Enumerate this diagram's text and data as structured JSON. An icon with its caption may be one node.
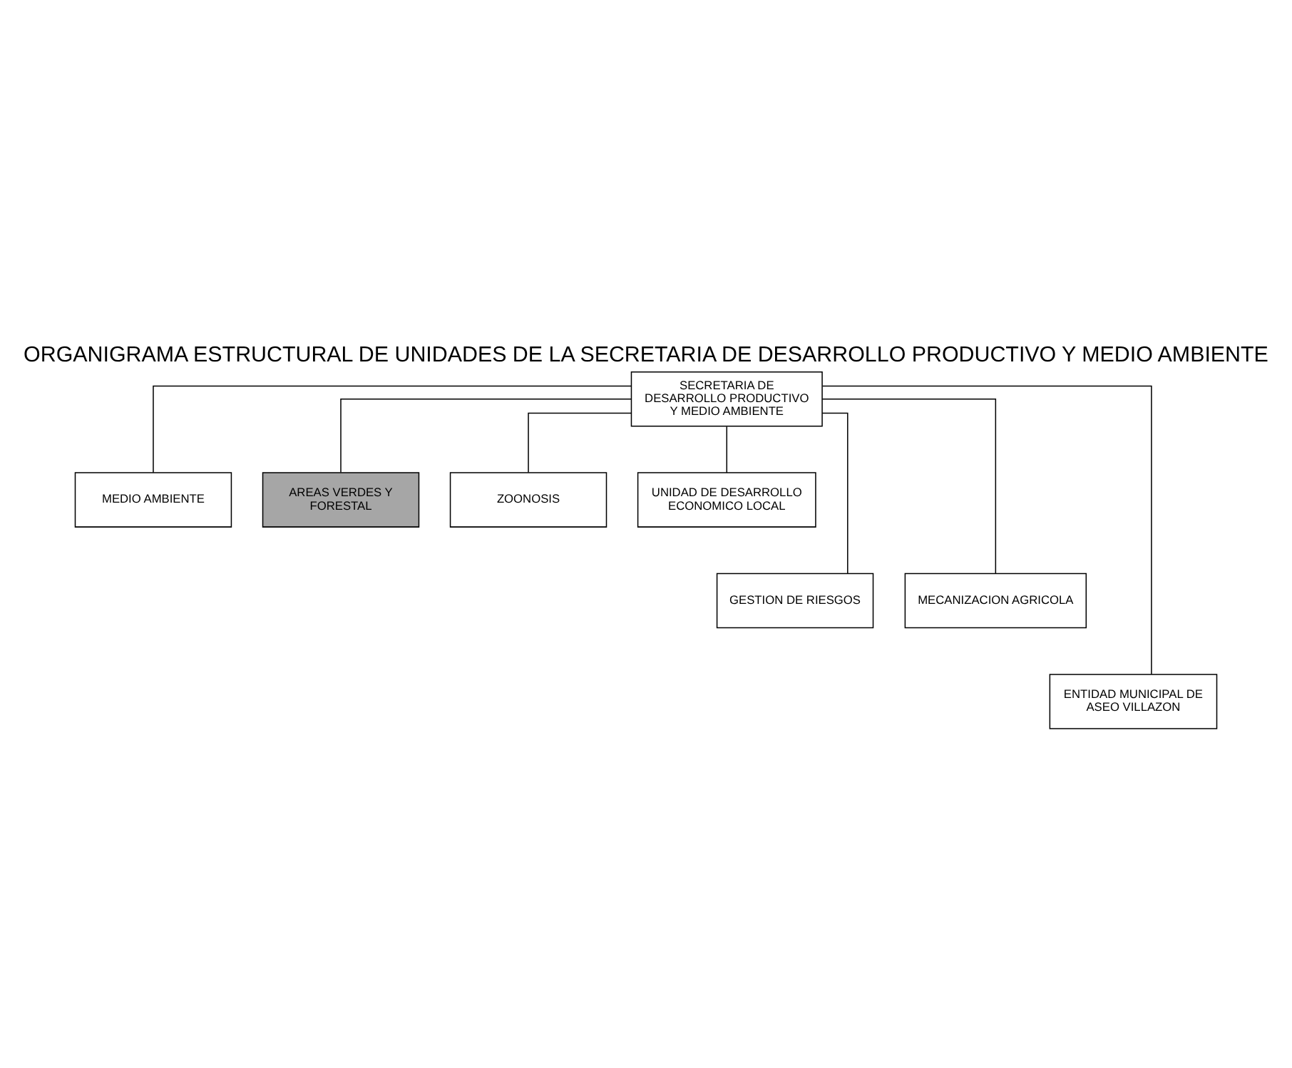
{
  "diagram": {
    "title": "ORGANIGRAMA ESTRUCTURAL DE UNIDADES DE LA SECRETARIA DE DESARROLLO PRODUCTIVO Y MEDIO AMBIENTE",
    "nodes": [
      {
        "text": [
          "SECRETARIA DE DESARROLLO PRODUCTIVO Y MEDIO AMBIENTE"
        ]
      },
      {
        "text": [
          "MEDIO AMBIENTE"
        ]
      },
      {
        "text": [
          "AREAS VERDES Y FORESTAL"
        ]
      },
      {
        "text": [
          "ZOONOSIS"
        ]
      },
      {
        "text": [
          "UNIDAD DE DESARROLLO ECONOMICO LOCAL"
        ]
      },
      {
        "text": [
          "GESTION DE RIESGOS"
        ]
      },
      {
        "text": [
          "MECANIZACION AGRICOLA"
        ]
      },
      {
        "text": [
          "ENTIDAD MUNICIPAL DE ASEO VILLAZON"
        ]
      }
    ],
    "edges": [
      {
        "from": 0,
        "to": 1,
        "arrow": "none"
      },
      {
        "from": 0,
        "to": 2,
        "arrow": "none"
      },
      {
        "from": 0,
        "to": 3,
        "arrow": "none"
      },
      {
        "from": 0,
        "to": 4,
        "arrow": "none"
      },
      {
        "from": 0,
        "to": 5,
        "arrow": "none"
      },
      {
        "from": 0,
        "to": 6,
        "arrow": "none"
      },
      {
        "from": 0,
        "to": 7,
        "arrow": "none"
      }
    ]
  }
}
